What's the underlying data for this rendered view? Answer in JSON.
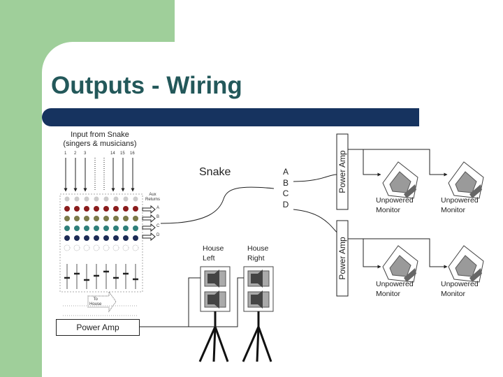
{
  "slide": {
    "title": "Outputs - Wiring",
    "colors": {
      "title": "#23585a",
      "bar": "#16335f",
      "green": "#9fcf9a"
    }
  },
  "mixer": {
    "input_label": "Input from Snake\n(singers & musicians)",
    "channel_numbers": [
      "1",
      "2",
      "3",
      "14",
      "15",
      "16"
    ],
    "aux_returns_label": "Aux\nReturns",
    "aux_letters": [
      "A",
      "B",
      "C",
      "D"
    ],
    "to_house_label": "To\nHouse",
    "power_amp_label": "Power Amp"
  },
  "snake": {
    "label": "Snake",
    "letters": [
      "A",
      "B",
      "C",
      "D"
    ]
  },
  "house": {
    "left_label": "House\nLeft",
    "right_label": "House\nRight"
  },
  "amps": {
    "top_label": "Power Amp",
    "bottom_label": "Power Amp"
  },
  "monitors": {
    "label": "Unpowered\nMonitor"
  }
}
